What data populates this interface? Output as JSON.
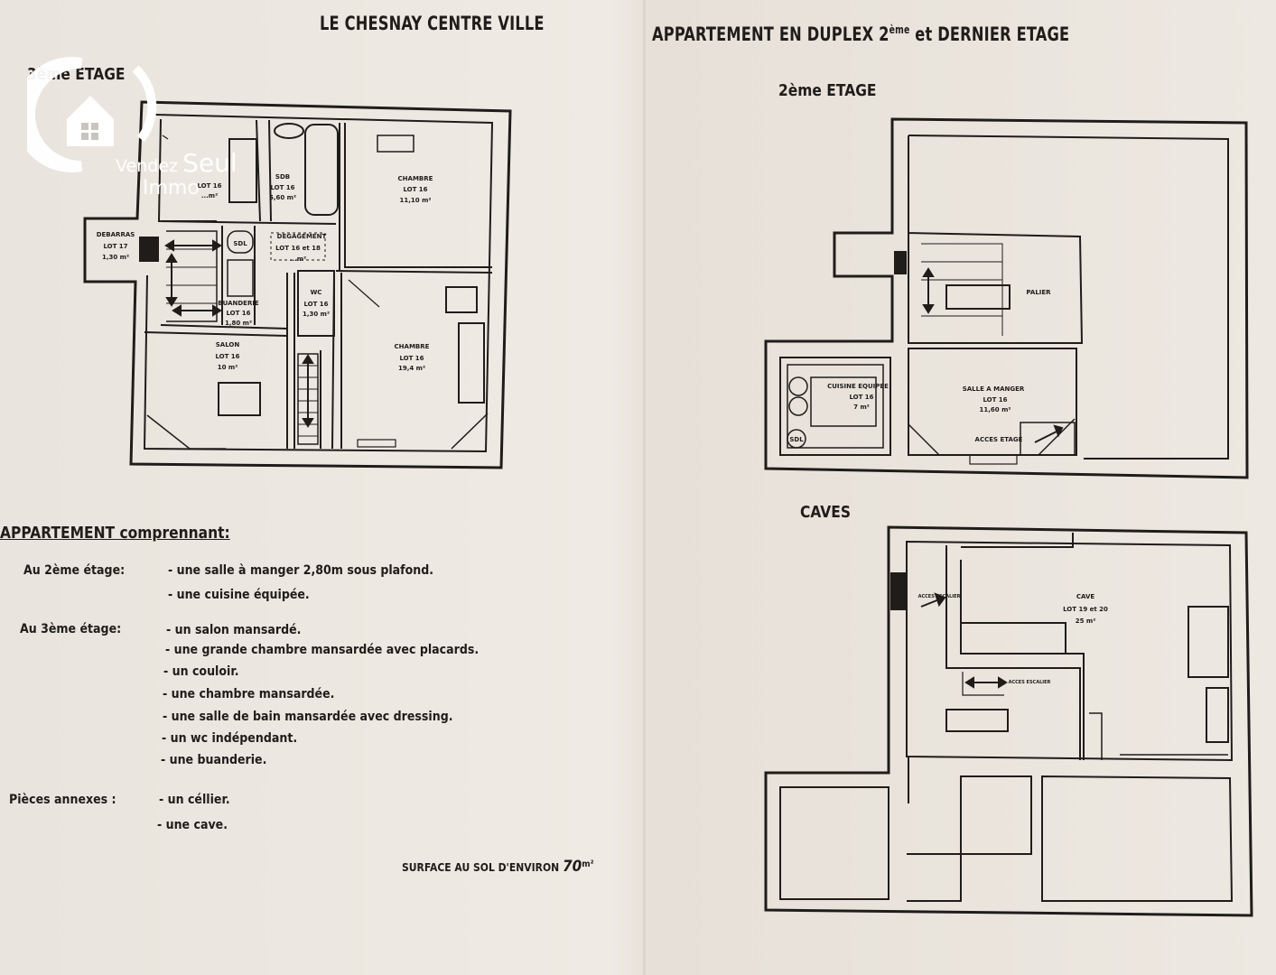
{
  "header": {
    "title_left": "LE CHESNAY  CENTRE VILLE",
    "title_right_a": "APPARTEMENT EN DUPLEX  2",
    "title_right_sup": "ème",
    "title_right_b": " et DERNIER ETAGE"
  },
  "plans": {
    "floor3_label": "3ème ETAGE",
    "floor2_label": "2ème ETAGE",
    "caves_label": "CAVES",
    "floor3_rooms": [
      {
        "name": "DEBARRAS",
        "lot": "LOT 17",
        "area": "1,30 m²"
      },
      {
        "name": "SDB",
        "lot": "LOT 16",
        "area": "5,60 m²"
      },
      {
        "name": "",
        "lot": "LOT 16",
        "area": "...m²"
      },
      {
        "name": "CHAMBRE",
        "lot": "LOT 16",
        "area": "11,10 m²"
      },
      {
        "name": "DEGAGEMENT",
        "lot": "LOT 16 et 18",
        "area": "...m²"
      },
      {
        "name": "SDL",
        "lot": "",
        "area": ""
      },
      {
        "name": "BUANDERIE",
        "lot": "LOT 16",
        "area": "1,80 m²"
      },
      {
        "name": "WC",
        "lot": "LOT 16",
        "area": "1,30 m²"
      },
      {
        "name": "SALON",
        "lot": "LOT 16",
        "area": "10 m²"
      },
      {
        "name": "CHAMBRE",
        "lot": "LOT 16",
        "area": "19,4 m²"
      }
    ],
    "floor2_rooms": [
      {
        "name": "PALIER",
        "lot": "",
        "area": ""
      },
      {
        "name": "CUISINE EQUIPEE",
        "lot": "LOT 16",
        "area": "7 m²"
      },
      {
        "name": "SALLE A MANGER",
        "lot": "LOT 16",
        "area": "11,60 m²"
      },
      {
        "name": "ACCES ETAGE",
        "lot": "",
        "area": ""
      },
      {
        "name": "SDL",
        "lot": "",
        "area": ""
      }
    ],
    "cave_rooms": [
      {
        "name": "CAVE",
        "lot": "LOT 19 et 20",
        "area": "25 m²"
      },
      {
        "name": "ACCES ESCALIER",
        "lot": "",
        "area": ""
      },
      {
        "name": "ACCES ESCALIER",
        "lot": "",
        "area": ""
      }
    ]
  },
  "description": {
    "heading": "APPARTEMENT comprennant:",
    "floor2_label": "Au 2ème étage:",
    "floor2_items": [
      "- une salle à manger 2,80m sous plafond.",
      "- une cuisine équipée."
    ],
    "floor3_label": "Au 3ème étage:",
    "floor3_items": [
      "- un salon mansardé.",
      "- une grande chambre mansardée avec placards.",
      "- un couloir.",
      "- une chambre mansardée.",
      "- une salle de bain mansardée avec dressing.",
      "- un wc indépendant.",
      "- une buanderie."
    ],
    "annex_label": "Pièces annexes :",
    "annex_items": [
      "- un céllier.",
      "- une cave."
    ],
    "surface_prefix": "SURFACE AU SOL D'ENVIRON ",
    "surface_value": "70",
    "surface_unit": "m²"
  },
  "logo": {
    "line1a": "Vendez",
    "line1b": "Seul",
    "line2": "Immo",
    "icon": "house-icon"
  }
}
